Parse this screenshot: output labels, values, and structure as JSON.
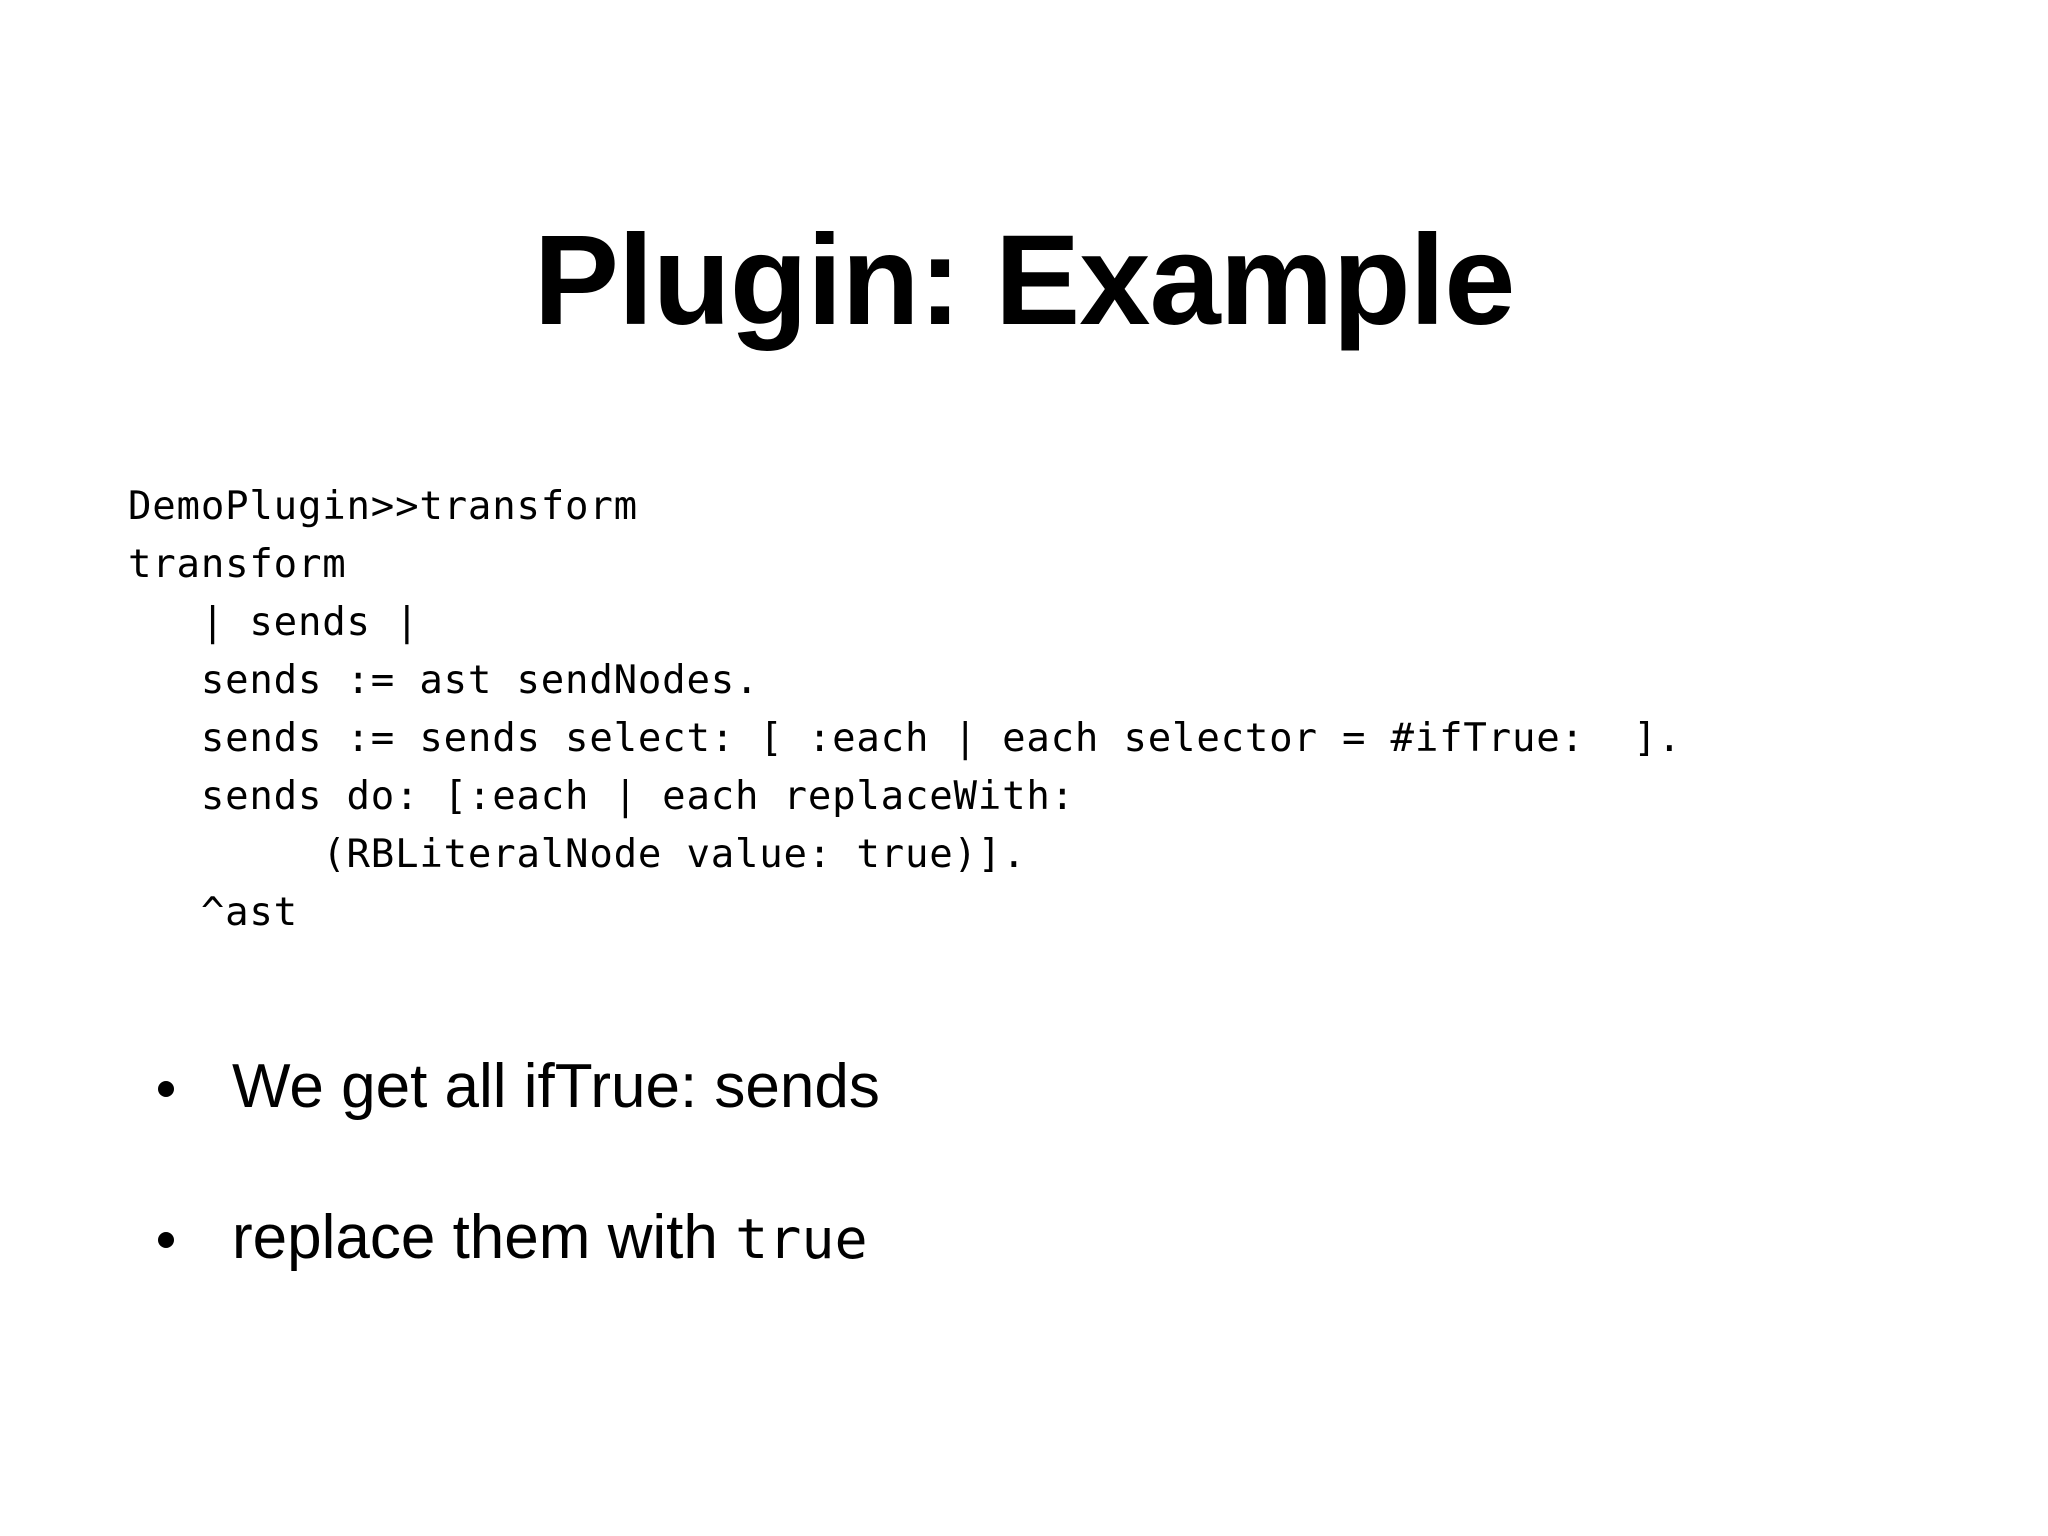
{
  "slide": {
    "title": "Plugin: Example",
    "background_color": "#ffffff",
    "text_color": "#000000"
  },
  "code": {
    "language": "smalltalk",
    "lines": [
      "DemoPlugin>>transform",
      "transform",
      "   | sends |",
      "   sends := ast sendNodes.",
      "   sends := sends select: [ :each | each selector = #ifTrue:  ].",
      "   sends do: [:each | each replaceWith:",
      "        (RBLiteralNode value: true)].",
      "   ^ast"
    ]
  },
  "bullets": [
    {
      "text": "We get all ifTrue: sends",
      "prefix": "We get all ifTrue: sends",
      "mono": ""
    },
    {
      "text": "replace them with true",
      "prefix": "replace them with ",
      "mono": "true"
    }
  ]
}
